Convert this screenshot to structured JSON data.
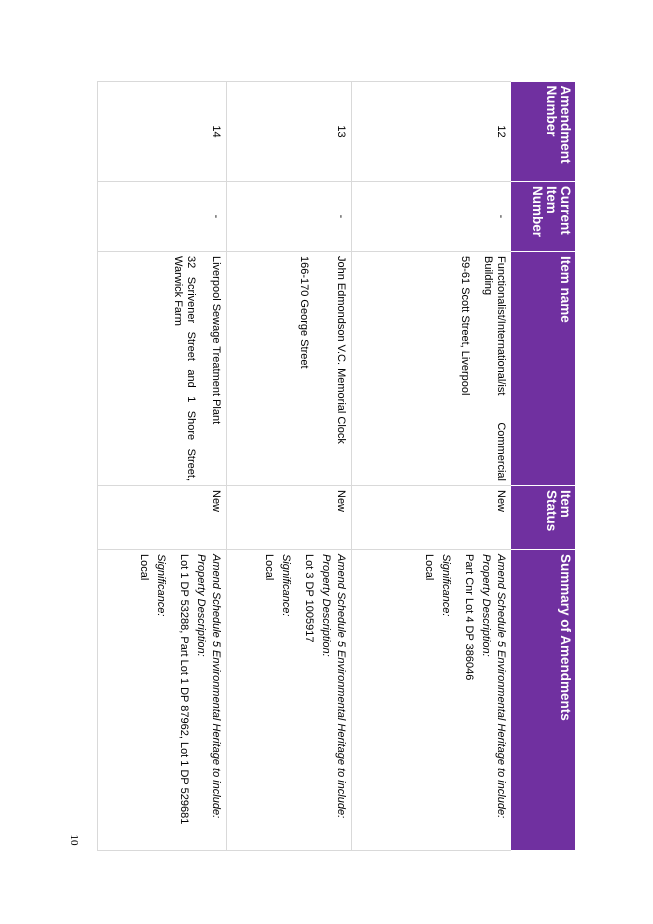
{
  "columns": {
    "amendment_number": "Amendment Number",
    "current_item_number": "Current Item Number",
    "item_name": "Item name",
    "item_status": "Item Status",
    "summary": "Summary of Amendments"
  },
  "rows": [
    {
      "amendment_number": "12",
      "current_item_number": "-",
      "item_name": "Functionalist/International/ist Commercial Building",
      "address": "59-61 Scott Street, Liverpool",
      "item_status": "New",
      "summary_intro": "Amend Schedule 5 Environmental Heritage to include:",
      "property_description_label": "Property Description:",
      "property_description": "Part Cnr Lot 4 DP 386046",
      "significance_label": "Significance:",
      "significance": "Local"
    },
    {
      "amendment_number": "13",
      "current_item_number": "-",
      "item_name": "John Edmondson V.C. Memorial Clock",
      "address": "166-170 George Street",
      "item_status": "New",
      "summary_intro": "Amend Schedule 5 Environmental Heritage to include:",
      "property_description_label": "Property Description:",
      "property_description": "Lot 3 DP 1005917",
      "significance_label": "Significance:",
      "significance": "Local"
    },
    {
      "amendment_number": "14",
      "current_item_number": "-",
      "item_name": "Liverpool Sewage Treatment Plant",
      "address": "32 Scrivener Street and 1 Shore Street, Warwick Farm",
      "item_status": "New",
      "summary_intro": "Amend Schedule 5 Environmental Heritage to include:",
      "property_description_label": "Property Description:",
      "property_description": "Lot 1 DP 53288, Part Lot 1 DP 87962, Lot 1 DP 529681",
      "significance_label": "Significance:",
      "significance": "Local"
    }
  ],
  "page_number": "10"
}
